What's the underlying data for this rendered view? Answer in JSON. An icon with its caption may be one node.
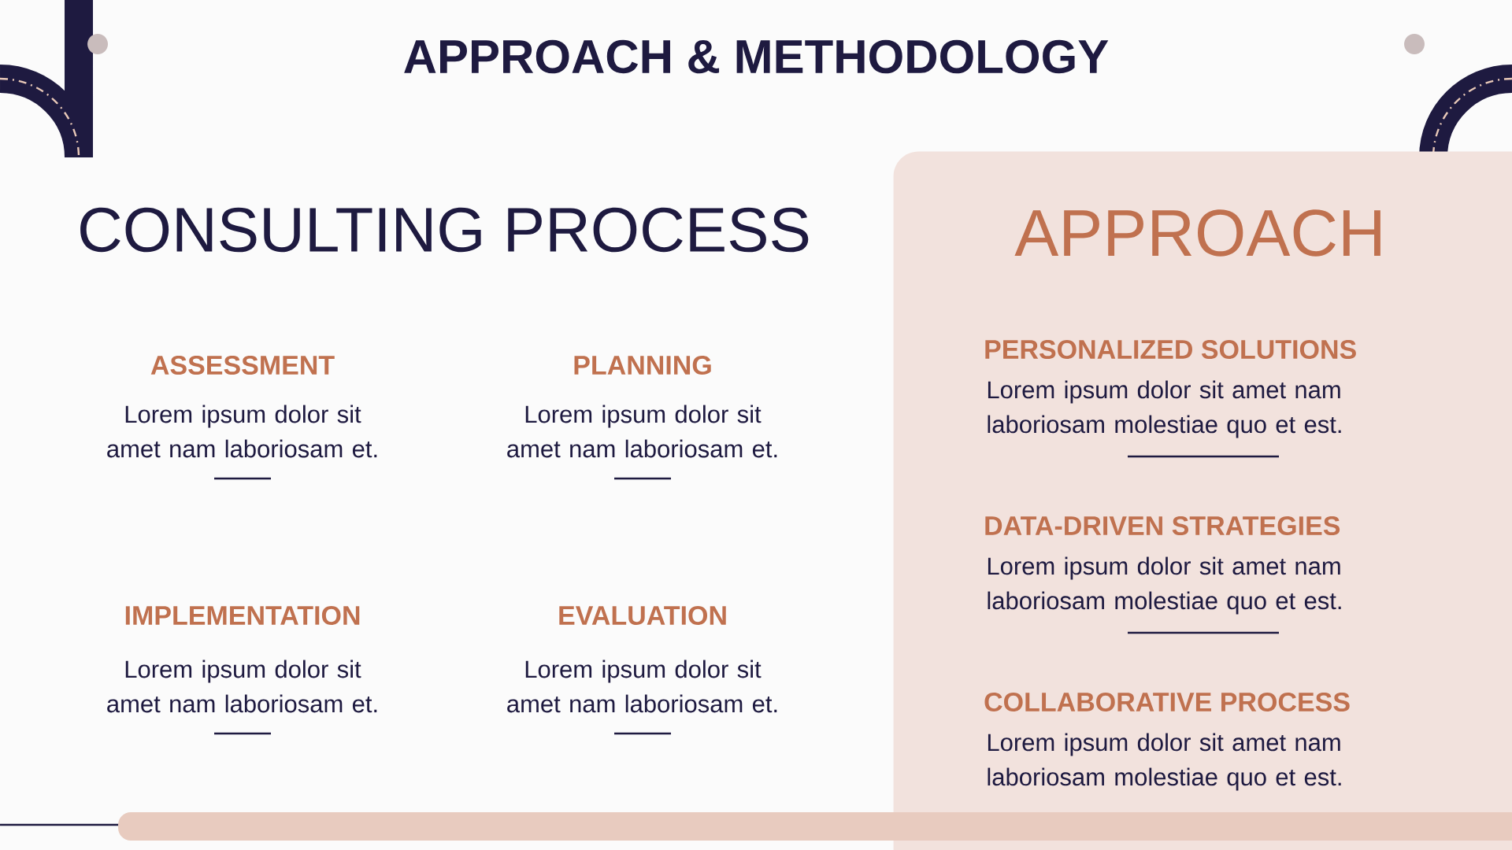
{
  "diagram": {
    "title": "APPROACH & METHODOLOGY",
    "nodes": [
      {
        "text": [
          "APPROACH",
          "PERSONALIZED SOLUTIONS",
          "Lorem ipsum dolor sit amet nam laboriosam molestiae quo et est.",
          "DATA-DRIVEN STRATEGIES",
          "Lorem ipsum dolor sit amet nam laboriosam molestiae quo et est.",
          "COLLABORATIVE PROCESS",
          "Lorem ipsum dolor sit amet nam laboriosam molestiae quo et est."
        ]
      }
    ],
    "labels": [
      "CONSULTING PROCESS",
      "ASSESSMENT",
      "Lorem ipsum dolor sit amet nam laboriosam et.",
      "PLANNING",
      "Lorem ipsum dolor sit amet nam laboriosam et.",
      "IMPLEMENTATION",
      "Lorem ipsum dolor sit amet nam laboriosam et.",
      "EVALUATION",
      "Lorem ipsum dolor sit amet nam laboriosam et."
    ]
  }
}
